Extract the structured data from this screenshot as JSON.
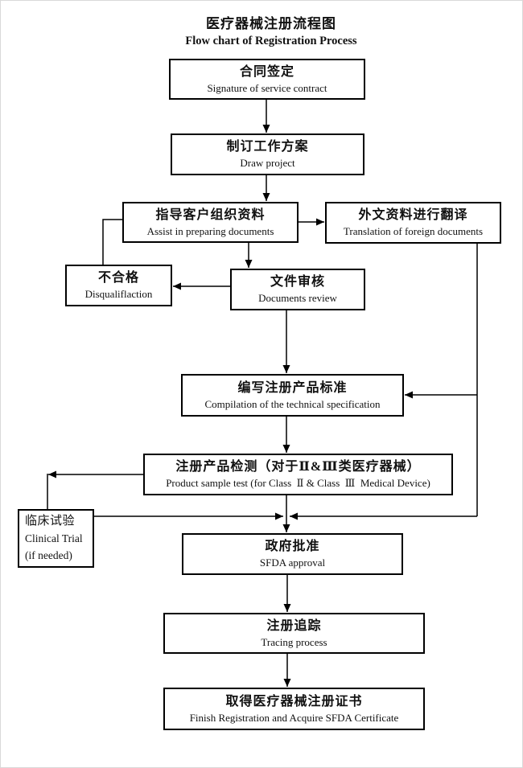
{
  "title": {
    "zh": "医疗器械注册流程图",
    "en": "Flow chart of Registration Process"
  },
  "nodes": {
    "contract": {
      "zh": "合同签定",
      "en": "Signature of service contract"
    },
    "project": {
      "zh": "制订工作方案",
      "en": "Draw project"
    },
    "assist": {
      "zh": "指导客户组织资料",
      "en": "Assist in preparing documents"
    },
    "translation": {
      "zh": "外文资料进行翻译",
      "en": "Translation of foreign documents"
    },
    "disqualification": {
      "zh": "不合格",
      "en": "Disqualiflaction"
    },
    "review": {
      "zh": "文件审核",
      "en": "Documents review"
    },
    "compilation": {
      "zh": "编写注册产品标准",
      "en": "Compilation of the technical specification"
    },
    "sample_test": {
      "zh": "注册产品检测（对于Ⅱ&Ⅲ类医疗器械）",
      "en": "Product sample test (for Class  Ⅱ & Class  Ⅲ  Medical Device)"
    },
    "clinical": {
      "zh": "临床试验",
      "en": "Clinical Trial",
      "note": "(if needed)"
    },
    "approval": {
      "zh": "政府批准",
      "en": "SFDA approval"
    },
    "tracing": {
      "zh": "注册追踪",
      "en": "Tracing process"
    },
    "certificate": {
      "zh": "取得医疗器械注册证书",
      "en": "Finish Registration and Acquire SFDA Certificate"
    }
  },
  "colors": {
    "line": "#000000",
    "box_border": "#000000",
    "background": "#ffffff",
    "text": "#111111"
  }
}
